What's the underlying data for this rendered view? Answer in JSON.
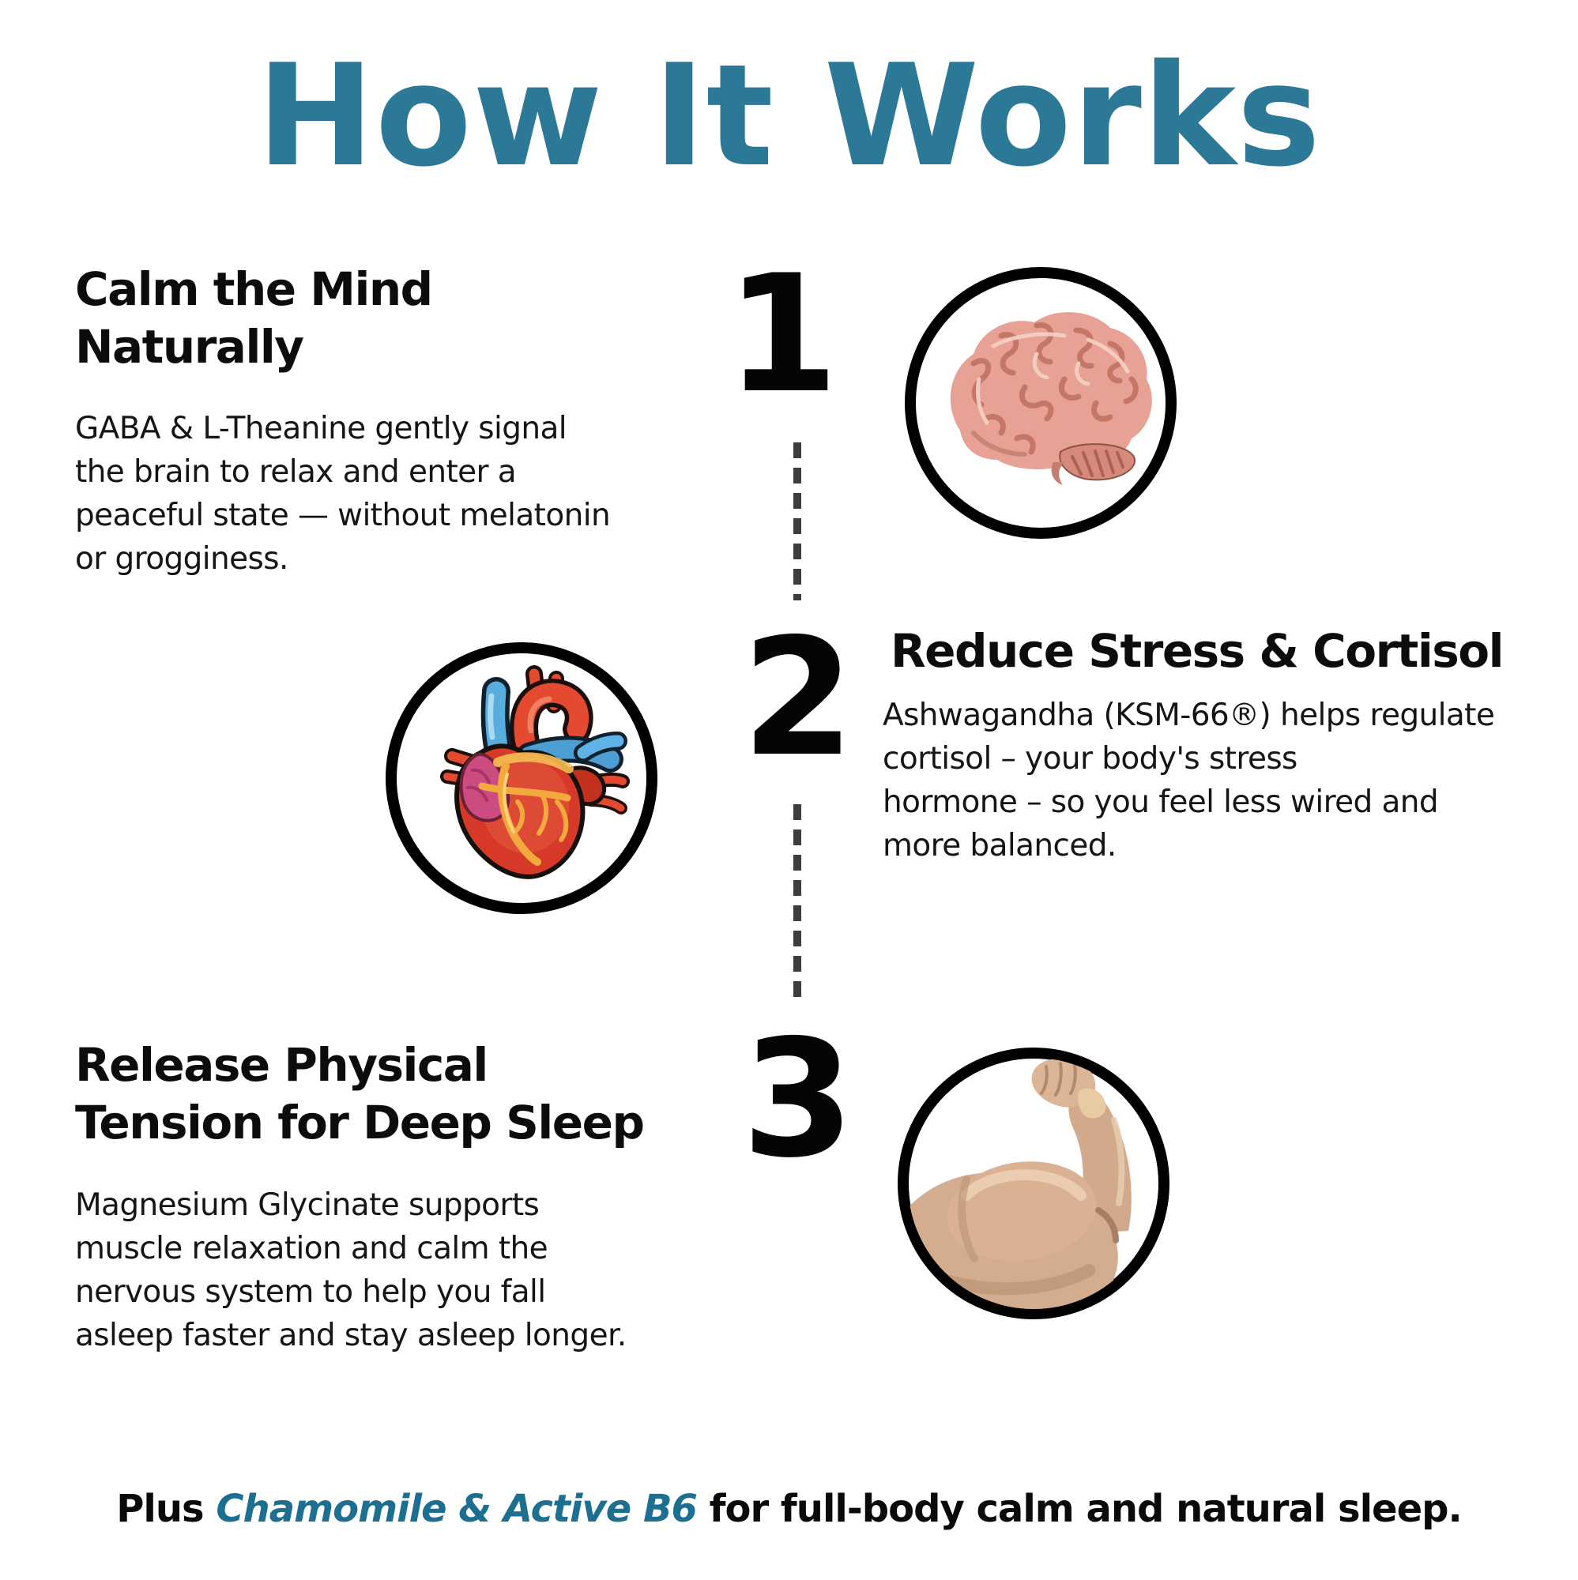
{
  "page": {
    "title": "How It Works",
    "accent_color": "#2b7996",
    "text_color": "#0a0a0a",
    "background_color": "#ffffff",
    "connector_color": "#3d3d3d"
  },
  "steps": [
    {
      "number": "1",
      "heading": "Calm the Mind\nNaturally",
      "body": "GABA & L-Theanine gently signal\nthe brain to relax and enter a\npeaceful state — without melatonin\nor grogginess.",
      "icon": "brain-icon"
    },
    {
      "number": "2",
      "heading": "Reduce Stress & Cortisol",
      "body": "Ashwagandha (KSM-66®) helps regulate\ncortisol – your body's stress\nhormone – so you feel less wired and\nmore balanced.",
      "icon": "heart-icon"
    },
    {
      "number": "3",
      "heading": "Release Physical\nTension for Deep Sleep",
      "body": "Magnesium Glycinate supports\nmuscle relaxation and calm the\nnervous system to help you fall\nasleep faster and stay asleep longer.",
      "icon": "bicep-icon"
    }
  ],
  "footer": {
    "prefix": "Plus ",
    "highlight": "Chamomile & Active B6",
    "suffix": " for full-body calm and natural sleep."
  }
}
